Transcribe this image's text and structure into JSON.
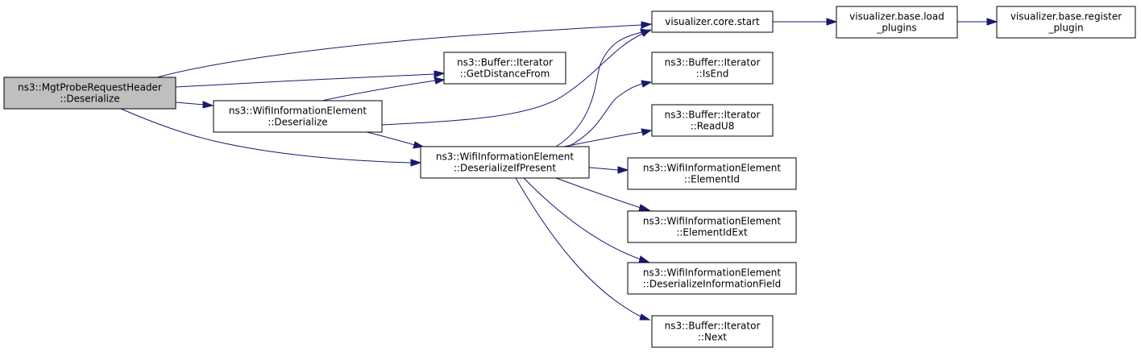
{
  "diagram": {
    "type": "call-graph",
    "nodes": [
      {
        "id": "mgt_deserialize",
        "lines": [
          "ns3::MgtProbeRequestHeader",
          "::Deserialize"
        ],
        "highlighted": true
      },
      {
        "id": "wie_deserialize",
        "lines": [
          "ns3::WifiInformationElement",
          "::Deserialize"
        ]
      },
      {
        "id": "wie_deserialize_if_present",
        "lines": [
          "ns3::WifiInformationElement",
          "::DeserializeIfPresent"
        ]
      },
      {
        "id": "buf_get_distance_from",
        "lines": [
          "ns3::Buffer::Iterator",
          "::GetDistanceFrom"
        ]
      },
      {
        "id": "viz_core_start",
        "lines": [
          "visualizer.core.start"
        ]
      },
      {
        "id": "viz_load_plugins",
        "lines": [
          "visualizer.base.load",
          "_plugins"
        ]
      },
      {
        "id": "viz_register_plugin",
        "lines": [
          "visualizer.base.register",
          "_plugin"
        ]
      },
      {
        "id": "buf_is_end",
        "lines": [
          "ns3::Buffer::Iterator",
          "::IsEnd"
        ]
      },
      {
        "id": "buf_read_u8",
        "lines": [
          "ns3::Buffer::Iterator",
          "::ReadU8"
        ]
      },
      {
        "id": "wie_element_id",
        "lines": [
          "ns3::WifiInformationElement",
          "::ElementId"
        ]
      },
      {
        "id": "wie_element_id_ext",
        "lines": [
          "ns3::WifiInformationElement",
          "::ElementIdExt"
        ]
      },
      {
        "id": "wie_deserialize_info_field",
        "lines": [
          "ns3::WifiInformationElement",
          "::DeserializeInformationField"
        ]
      },
      {
        "id": "buf_next",
        "lines": [
          "ns3::Buffer::Iterator",
          "::Next"
        ]
      }
    ],
    "edges": [
      {
        "from": "mgt_deserialize",
        "to": "viz_core_start"
      },
      {
        "from": "mgt_deserialize",
        "to": "buf_get_distance_from"
      },
      {
        "from": "mgt_deserialize",
        "to": "wie_deserialize"
      },
      {
        "from": "mgt_deserialize",
        "to": "wie_deserialize_if_present"
      },
      {
        "from": "wie_deserialize",
        "to": "buf_get_distance_from"
      },
      {
        "from": "wie_deserialize",
        "to": "viz_core_start"
      },
      {
        "from": "wie_deserialize",
        "to": "wie_deserialize_if_present"
      },
      {
        "from": "wie_deserialize_if_present",
        "to": "viz_core_start"
      },
      {
        "from": "wie_deserialize_if_present",
        "to": "buf_is_end"
      },
      {
        "from": "wie_deserialize_if_present",
        "to": "buf_read_u8"
      },
      {
        "from": "wie_deserialize_if_present",
        "to": "wie_element_id"
      },
      {
        "from": "wie_deserialize_if_present",
        "to": "wie_element_id_ext"
      },
      {
        "from": "wie_deserialize_if_present",
        "to": "wie_deserialize_info_field"
      },
      {
        "from": "wie_deserialize_if_present",
        "to": "buf_next"
      },
      {
        "from": "viz_core_start",
        "to": "viz_load_plugins"
      },
      {
        "from": "viz_load_plugins",
        "to": "viz_register_plugin"
      }
    ],
    "colors": {
      "edge": "#191970",
      "node_fill": "#ffffff",
      "highlight_fill": "#bfbfbf",
      "border": "#000000"
    }
  }
}
